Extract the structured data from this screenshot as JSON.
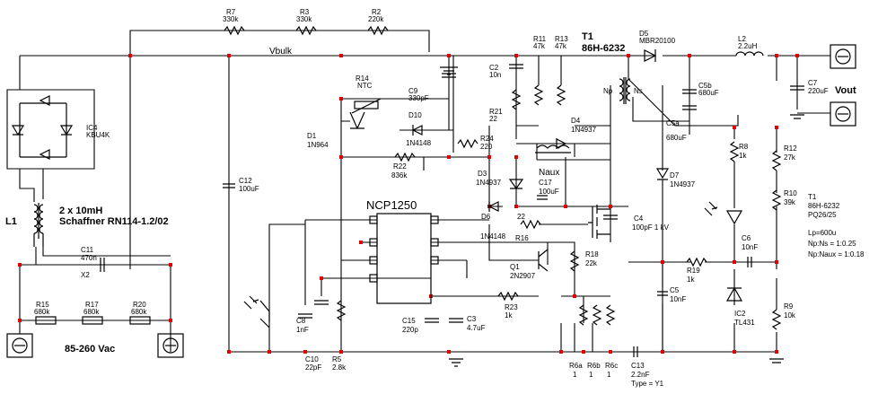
{
  "ic_main": "NCP1250",
  "vbulk": "Vbulk",
  "vout": "Vout",
  "input_range": "85-260 Vac",
  "choke": {
    "ref": "L1",
    "line1": "2 x 10mH",
    "line2": "Schaffner RN114-1.2/02"
  },
  "bridge": {
    "ref": "IC4",
    "value": "KBU4K"
  },
  "transformer": {
    "ref": "T1",
    "value": "86H-6232"
  },
  "winding_labels": {
    "np": "Np",
    "ns": "Ns",
    "naux": "Naux"
  },
  "notes": [
    "T1",
    "86H-6232",
    "PQ26/25",
    "",
    "Lp=600u",
    "Np:Ns = 1:0.25",
    "Np:Naux = 1:0.18"
  ],
  "type_y1": "Type = Y1",
  "components": [
    {
      "id": "r7",
      "ref": "R7",
      "value": "330k"
    },
    {
      "id": "r3",
      "ref": "R3",
      "value": "330k"
    },
    {
      "id": "r2",
      "ref": "R2",
      "value": "220k"
    },
    {
      "id": "r11",
      "ref": "R11",
      "value": "47k"
    },
    {
      "id": "r13",
      "ref": "R13",
      "value": "47k"
    },
    {
      "id": "c2",
      "ref": "C2",
      "value": "10n"
    },
    {
      "id": "r21",
      "ref": "R21",
      "value": "22"
    },
    {
      "id": "d5",
      "ref": "D5",
      "value": "MBR20100"
    },
    {
      "id": "l2",
      "ref": "L2",
      "value": "2.2uH"
    },
    {
      "id": "c5b",
      "ref": "C5b",
      "value": "680uF"
    },
    {
      "id": "c5a",
      "ref": "C5a",
      "value": "680uF"
    },
    {
      "id": "c7",
      "ref": "C7",
      "value": "220uF"
    },
    {
      "id": "r14",
      "ref": "R14",
      "value": "NTC"
    },
    {
      "id": "c9",
      "ref": "C9",
      "value": "330pF"
    },
    {
      "id": "d1",
      "ref": "D1",
      "value": "1N964"
    },
    {
      "id": "d10",
      "ref": "D10",
      "value": "1N4148"
    },
    {
      "id": "d4",
      "ref": "D4",
      "value": "1N4937"
    },
    {
      "id": "r24",
      "ref": "R24",
      "value": "220"
    },
    {
      "id": "r22",
      "ref": "R22",
      "value": "836k"
    },
    {
      "id": "c12",
      "ref": "C12",
      "value": "100uF"
    },
    {
      "id": "d3",
      "ref": "D3",
      "value": "1N4937"
    },
    {
      "id": "c17",
      "ref": "C17",
      "value": "100uF"
    },
    {
      "id": "d6",
      "ref": "D6",
      "value": "1N4148"
    },
    {
      "id": "r16",
      "ref": "R16",
      "value": "22"
    },
    {
      "id": "c4",
      "ref": "C4",
      "value": "100pF 1 kV"
    },
    {
      "id": "d7",
      "ref": "D7",
      "value": "1N4937"
    },
    {
      "id": "r8",
      "ref": "R8",
      "value": "1k"
    },
    {
      "id": "r12",
      "ref": "R12",
      "value": "27k"
    },
    {
      "id": "r10",
      "ref": "R10",
      "value": "39k"
    },
    {
      "id": "c11",
      "ref": "C11",
      "value": "470n"
    },
    {
      "id": "x2",
      "ref": "X2",
      "value": ""
    },
    {
      "id": "r15",
      "ref": "R15",
      "value": "680k"
    },
    {
      "id": "r17",
      "ref": "R17",
      "value": "680k"
    },
    {
      "id": "r20",
      "ref": "R20",
      "value": "680k"
    },
    {
      "id": "r18",
      "ref": "R18",
      "value": "22k"
    },
    {
      "id": "q1",
      "ref": "Q1",
      "value": "2N2907"
    },
    {
      "id": "r23",
      "ref": "R23",
      "value": "1k"
    },
    {
      "id": "c6",
      "ref": "C6",
      "value": "10nF"
    },
    {
      "id": "r19",
      "ref": "R19",
      "value": "1k"
    },
    {
      "id": "c5",
      "ref": "C5",
      "value": "10nF"
    },
    {
      "id": "c8",
      "ref": "C8",
      "value": "1nF"
    },
    {
      "id": "c10",
      "ref": "C10",
      "value": "22pF"
    },
    {
      "id": "r5",
      "ref": "R5",
      "value": "2.8k"
    },
    {
      "id": "c15",
      "ref": "C15",
      "value": "220p"
    },
    {
      "id": "c3",
      "ref": "C3",
      "value": "4.7uF"
    },
    {
      "id": "r6a",
      "ref": "R6a",
      "value": "1"
    },
    {
      "id": "r6b",
      "ref": "R6b",
      "value": "1"
    },
    {
      "id": "r6c",
      "ref": "R6c",
      "value": "1"
    },
    {
      "id": "c13",
      "ref": "C13",
      "value": "2.2nF"
    },
    {
      "id": "ic2",
      "ref": "IC2",
      "value": "TL431"
    },
    {
      "id": "r9",
      "ref": "R9",
      "value": "10k"
    }
  ]
}
